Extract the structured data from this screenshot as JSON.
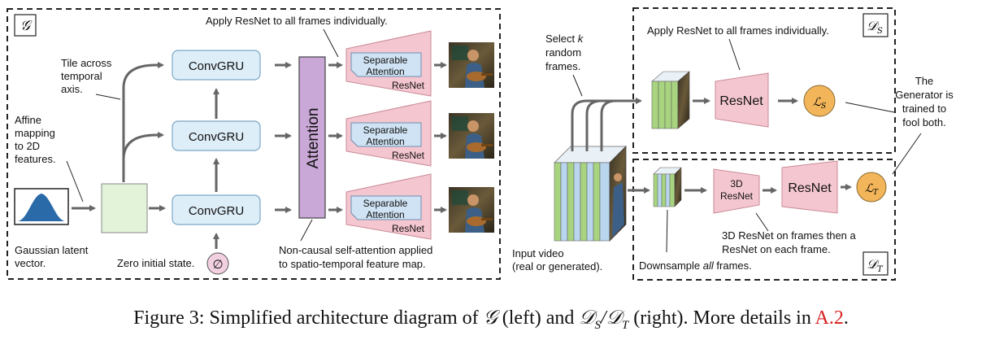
{
  "generator": {
    "tag": "𝒢",
    "input_label_lines": [
      "Gaussian latent",
      "vector."
    ],
    "affine_label_lines": [
      "Affine",
      "mapping",
      "to 2D",
      "features."
    ],
    "tile_label_lines": [
      "Tile across",
      "temporal",
      "axis."
    ],
    "convgru_label": "ConvGRU",
    "zero_state_label": "Zero initial state.",
    "zero_state_symbol": "∅",
    "attention_label": "Attention",
    "apply_resnet_label": "Apply ResNet to all frames individually.",
    "separable_lines": [
      "Separable",
      "Attention"
    ],
    "resnet_small_label": "ResNet",
    "self_attention_lines": [
      "Non-causal self-attention applied",
      "to spatio-temporal feature map."
    ]
  },
  "discriminators": {
    "select_label_lines": [
      "Select k",
      "random",
      "frames."
    ],
    "input_video_lines": [
      "Input video",
      "(real or generated)."
    ],
    "ds_tag": "𝒟S",
    "ds_apply_label": "Apply ResNet to all frames individually.",
    "resnet_label": "ResNet",
    "loss_s_label": "ℒS",
    "generator_note_lines": [
      "The",
      "Generator is",
      "trained to",
      "fool both."
    ],
    "dt_tag": "𝒟T",
    "resnet3d_lines": [
      "3D",
      "ResNet"
    ],
    "loss_t_label": "ℒT",
    "dt_note_lines": [
      "3D ResNet on frames then a",
      "ResNet on each frame."
    ],
    "downsample_label": "Downsample all frames."
  },
  "caption": {
    "prefix": "Figure 3: Simplified architecture diagram of ",
    "g_symbol": "𝒢",
    "middle": " (left) and ",
    "ds_symbol": "𝒟S/𝒟T",
    "suffix": " (right). More details in ",
    "ref": "A.2",
    "end": "."
  },
  "colors": {
    "convgru_fill": "#deeef8",
    "convgru_stroke": "#7aa7c7",
    "attention_fill": "#c9a7d6",
    "resnet_fill": "#f4c6cf",
    "resnet_stroke": "#c98b97",
    "latent_fill": "#e3f3da",
    "loss_fill": "#f2b55a",
    "gaussian_fill": "#2b6aa8",
    "frame_green": "#a8d47f",
    "frame_blue": "#b9d6ee"
  }
}
